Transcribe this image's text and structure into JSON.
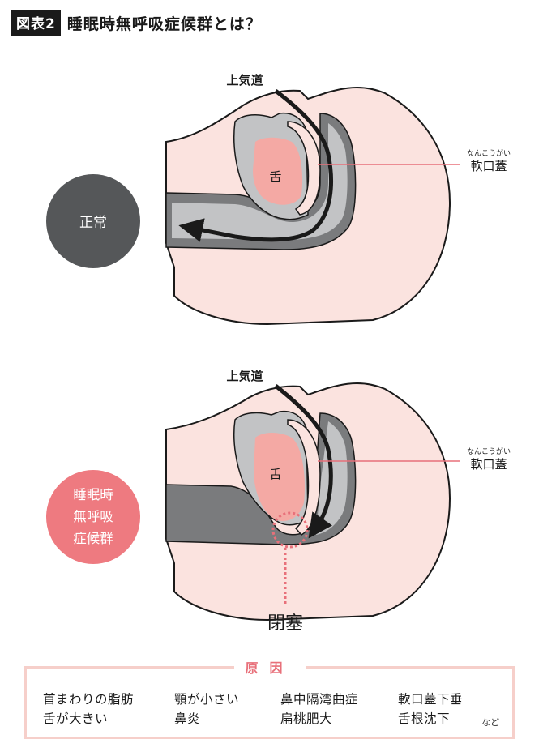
{
  "header": {
    "tag": "図表2",
    "title": "睡眠時無呼吸症候群とは？"
  },
  "normal": {
    "state_label": "正常",
    "airway_label": "上気道",
    "tongue_label": "舌",
    "soft_palate_reading": "なんこうがい",
    "soft_palate_label": "軟口蓋"
  },
  "apnea": {
    "state_label_lines": [
      "睡眠時",
      "無呼吸",
      "症候群"
    ],
    "airway_label": "上気道",
    "tongue_label": "舌",
    "soft_palate_reading": "なんこうがい",
    "soft_palate_label": "軟口蓋",
    "obstruction_label": "閉塞"
  },
  "causes": {
    "heading": "原因",
    "items": [
      "首まわりの脂肪",
      "顎が小さい",
      "鼻中隔湾曲症",
      "軟口蓋下垂",
      "舌が大きい",
      "鼻炎",
      "扁桃肥大",
      "舌根沈下"
    ],
    "etc": "など"
  },
  "colors": {
    "skin": "#fbe3df",
    "airway": "#7a7b7d",
    "airway_inner": "#c2c3c5",
    "tongue": "#f4a9a4",
    "outline": "#1a1a1a",
    "accent": "#e8707a",
    "normal_circle": "#555759",
    "apnea_circle": "#ee7a80"
  }
}
